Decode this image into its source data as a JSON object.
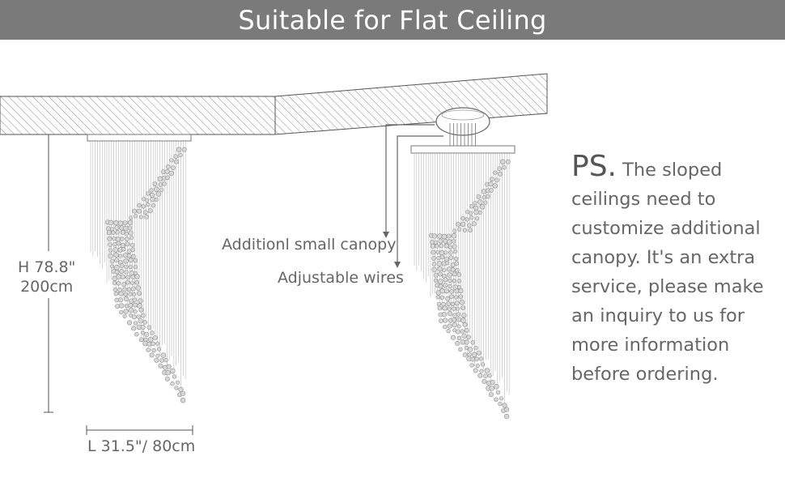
{
  "banner": {
    "title": "Suitable for Flat Ceiling"
  },
  "dimensions": {
    "height_imperial": "H 78.8\"",
    "height_metric": "200cm",
    "length": "L 31.5\"/ 80cm"
  },
  "labels": {
    "canopy": "Additionl small canopy",
    "wires": "Adjustable wires"
  },
  "note": {
    "prefix": "PS.",
    "lines": [
      "The sloped",
      "ceilings need to",
      "customize additional",
      "canopy. It's an extra",
      "service, please make",
      "an inquiry to us for",
      "more information",
      "before ordering."
    ]
  },
  "colors": {
    "banner_bg": "#7a7a7a",
    "banner_text": "#ffffff",
    "line": "#555555",
    "text": "#666666"
  }
}
